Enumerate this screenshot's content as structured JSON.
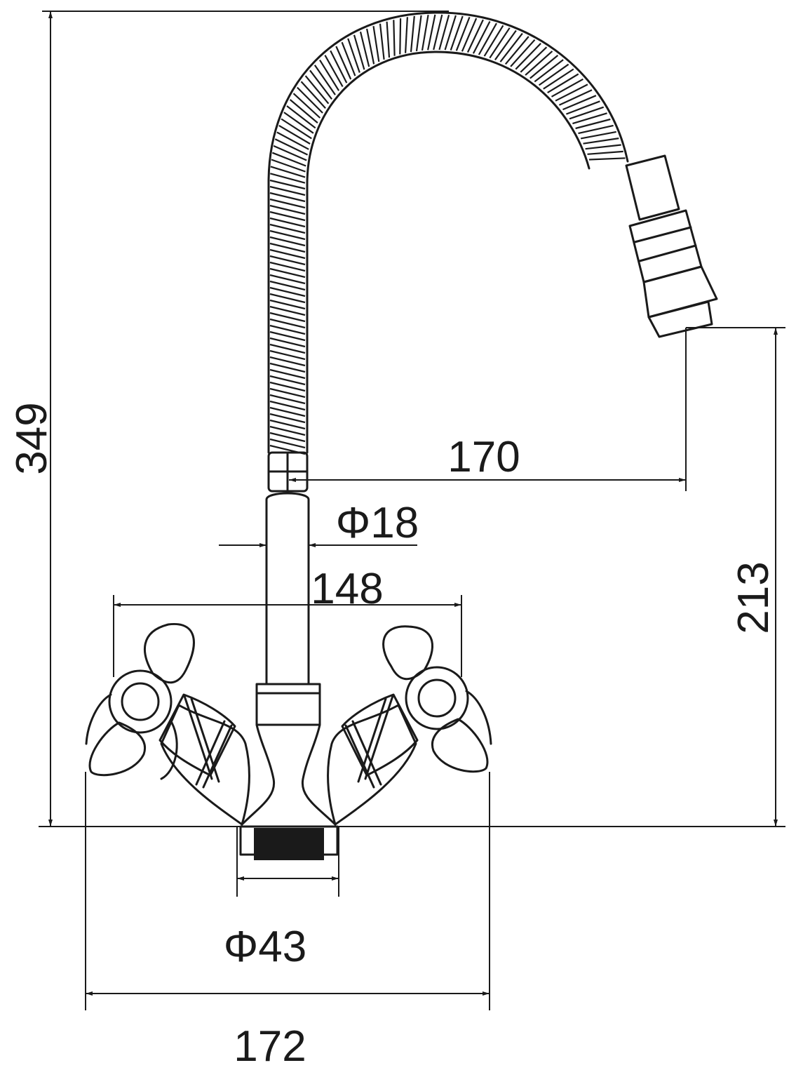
{
  "drawing": {
    "dimensions": {
      "total_height": "349",
      "spout_reach": "170",
      "spout_height": "213",
      "tube_diameter": "Φ18",
      "handle_span": "148",
      "base_diameter": "Φ43",
      "overall_width": "172"
    }
  },
  "colors": {
    "line": "#1a1a1a",
    "background": "#ffffff"
  }
}
